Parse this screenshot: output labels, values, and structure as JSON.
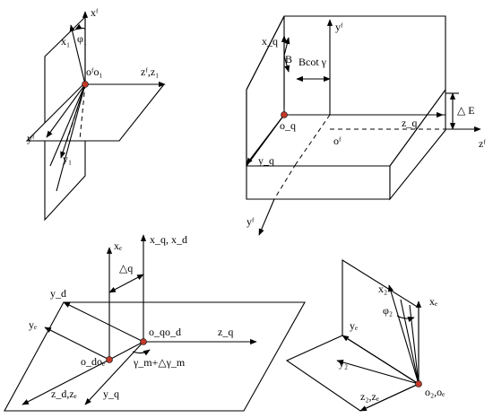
{
  "colors": {
    "line": "#000000",
    "origin_dot": "#c0392b",
    "background": "#ffffff"
  },
  "panel_top_left": {
    "x_f": "xᶠ",
    "x_1": "x₁",
    "phi_1": "φ₁",
    "o_f_o_1": "oᶠo₁",
    "z_f_z_1": "zᶠ,z₁",
    "y_f": "yᶠ",
    "y_1": "y₁"
  },
  "panel_top_right": {
    "x_q": "x_q",
    "y_f": "yᶠ",
    "B": "B",
    "B_cot_gamma": "Bcot γ",
    "delta_E": "△ E",
    "o_q": "o_q",
    "o_f": "oᶠ",
    "z_q": "z_q",
    "z_f": "zᶠ",
    "y_q": "y_q",
    "y_f_bottom": "yᶠ"
  },
  "panel_bottom_left": {
    "x_e": "xₑ",
    "x_q_x_d": "x_q, x_d",
    "delta_q": "△q",
    "y_d": "y_d",
    "y_e": "yₑ",
    "o_q_o_d": "o_qo_d",
    "z_q": "z_q",
    "o_d_o_e": "o_doₑ",
    "gamma_label": "γ_m+△γ_m",
    "z_d_z_e": "z_d,zₑ",
    "y_q": "y_q"
  },
  "panel_bottom_right": {
    "x_2": "x₂",
    "x_e": "xₑ",
    "phi_2": "φ₂",
    "y_e": "yₑ",
    "y_2": "y₂",
    "z_2_z_e": "z₂,zₑ",
    "o_2_o_e": "o₂,oₑ"
  }
}
